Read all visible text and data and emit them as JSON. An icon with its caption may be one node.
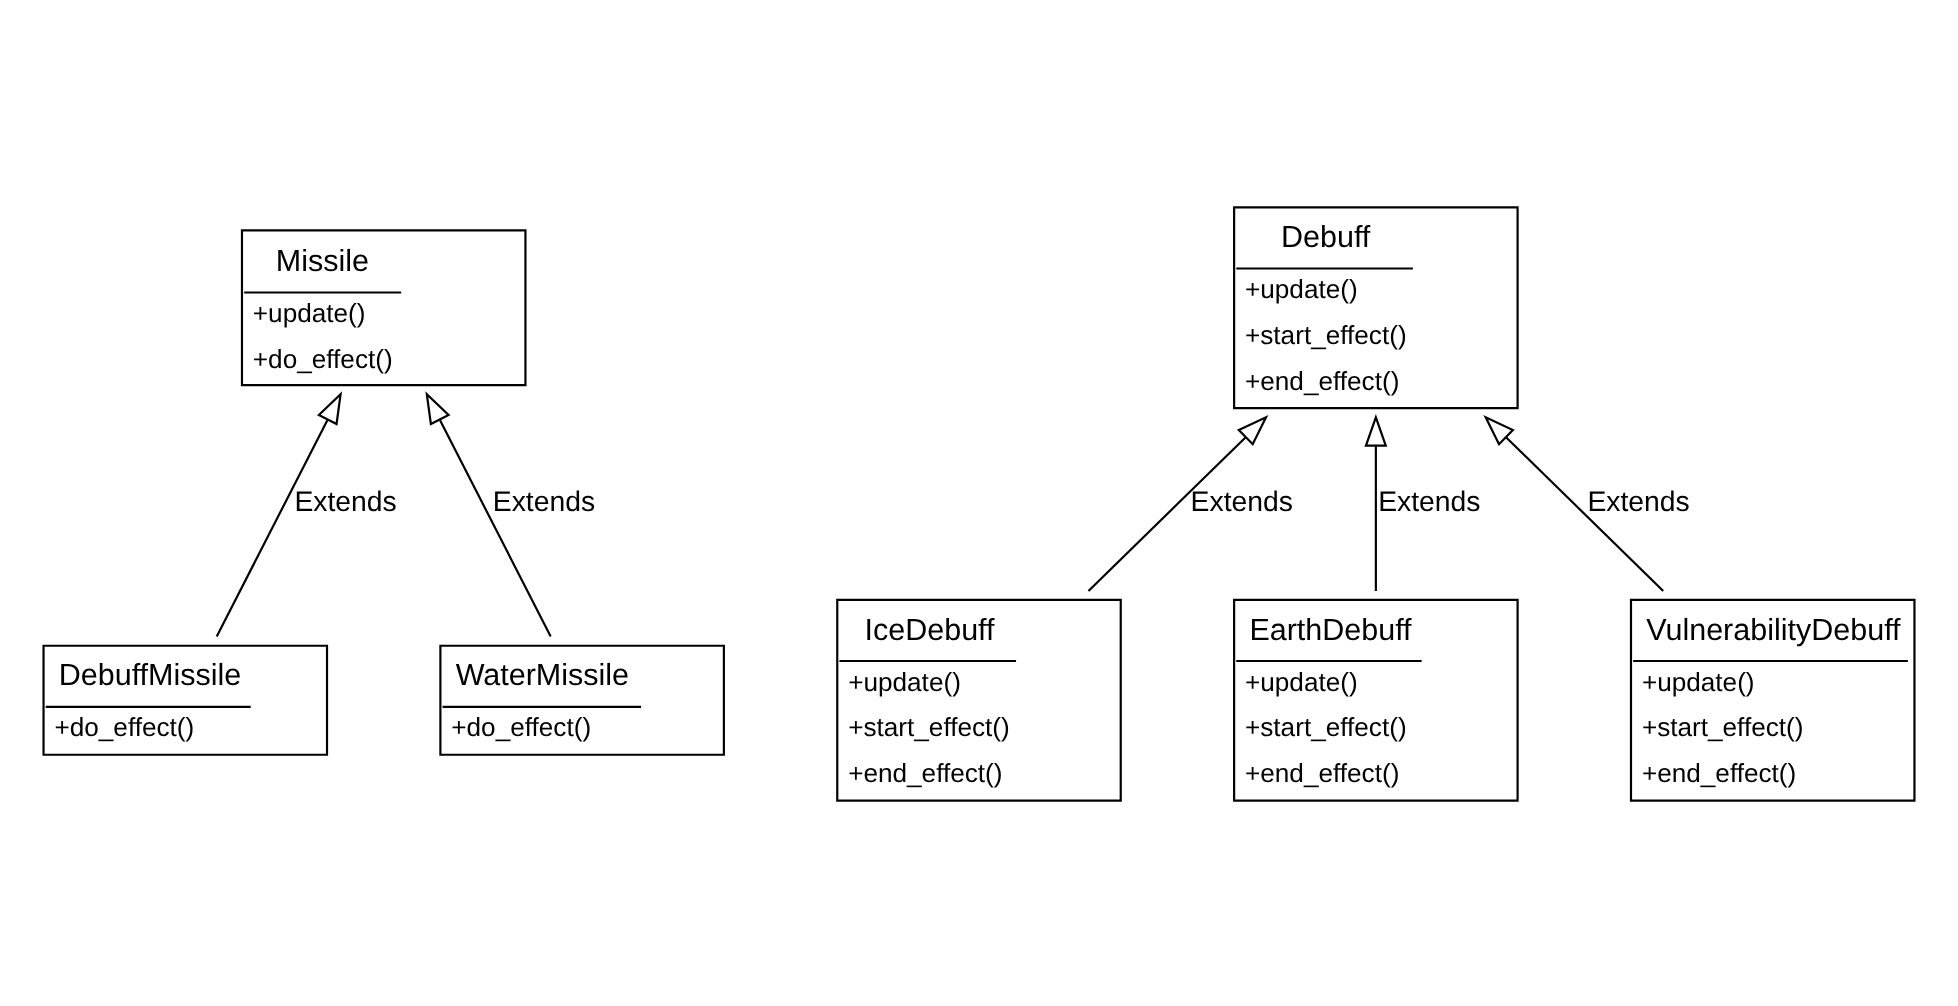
{
  "diagram": {
    "nodes": [
      {
        "text": [
          "Missile",
          "+update()",
          "+do_effect()"
        ]
      },
      {
        "text": [
          "DebuffMissile",
          "+do_effect()"
        ]
      },
      {
        "text": [
          "WaterMissile",
          "+do_effect()"
        ]
      },
      {
        "text": [
          "Debuff",
          "+update()",
          "+start_effect()",
          "+end_effect()"
        ]
      },
      {
        "text": [
          "IceDebuff",
          "+update()",
          "+start_effect()",
          "+end_effect()"
        ]
      },
      {
        "text": [
          "EarthDebuff",
          "+update()",
          "+start_effect()",
          "+end_effect()"
        ]
      },
      {
        "text": [
          "VulnerabilityDebuff",
          "+update()",
          "+start_effect()",
          "+end_effect()"
        ]
      }
    ],
    "edges": [
      {
        "from": 1,
        "to": 0,
        "arrow": "to",
        "label": "Extends"
      },
      {
        "from": 2,
        "to": 0,
        "arrow": "to",
        "label": "Extends"
      },
      {
        "from": 4,
        "to": 3,
        "arrow": "to",
        "label": "Extends"
      },
      {
        "from": 5,
        "to": 3,
        "arrow": "to",
        "label": "Extends"
      },
      {
        "from": 6,
        "to": 3,
        "arrow": "to",
        "label": "Extends"
      }
    ]
  }
}
